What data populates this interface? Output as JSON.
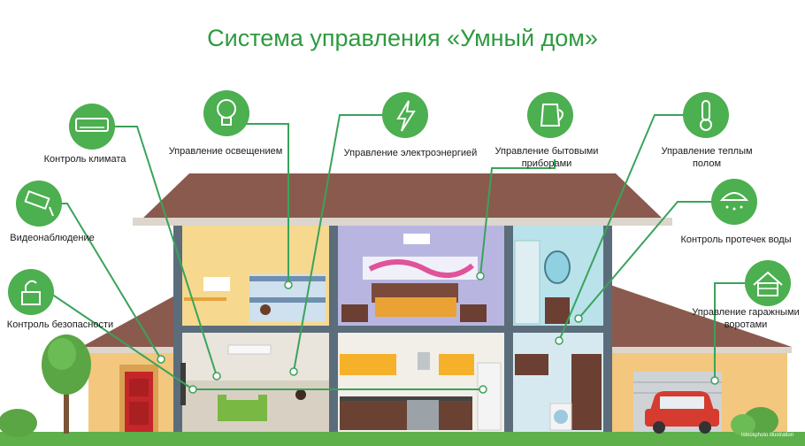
{
  "title": "Система управления «Умный дом»",
  "features": [
    {
      "label": "Контроль климата",
      "icon": "air-conditioner-icon"
    },
    {
      "label": "Видеонаблюдение",
      "icon": "cctv-camera-icon"
    },
    {
      "label": "Контроль безопасности",
      "icon": "padlock-icon"
    },
    {
      "label": "Управление освещением",
      "icon": "light-bulb-icon"
    },
    {
      "label": "Управление электроэнергией",
      "icon": "lightning-icon"
    },
    {
      "label": "Управление бытовыми приборами",
      "icon": "kettle-icon"
    },
    {
      "label": "Управление теплым полом",
      "icon": "thermometer-icon"
    },
    {
      "label": "Контроль протечек воды",
      "icon": "shower-icon"
    },
    {
      "label": "Управление гаражными воротами",
      "icon": "garage-icon"
    }
  ],
  "credit": "istockphoto illustration",
  "colors": {
    "accent": "#4caf50",
    "title": "#2e9a3f",
    "roof": "#8a5a4e"
  }
}
